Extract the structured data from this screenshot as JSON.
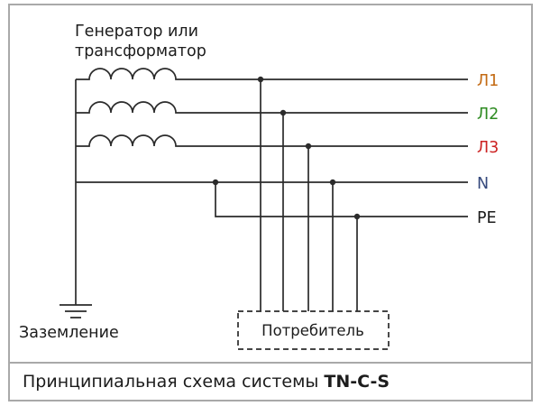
{
  "diagram": {
    "source_label": [
      "Генератор или",
      "трансформатор"
    ],
    "ground_label": "Заземление",
    "consumer_label": "Потребитель",
    "wires": [
      {
        "label": "Л1",
        "color": "#c36a13"
      },
      {
        "label": "Л2",
        "color": "#2e8b22"
      },
      {
        "label": "Л3",
        "color": "#cc2222"
      },
      {
        "label": "N",
        "color": "#35497c"
      },
      {
        "label": "PE",
        "color": "#1c1c1c"
      }
    ]
  },
  "caption": {
    "text": "Принципиальная схема системы",
    "bold_text": "TN-C-S"
  }
}
